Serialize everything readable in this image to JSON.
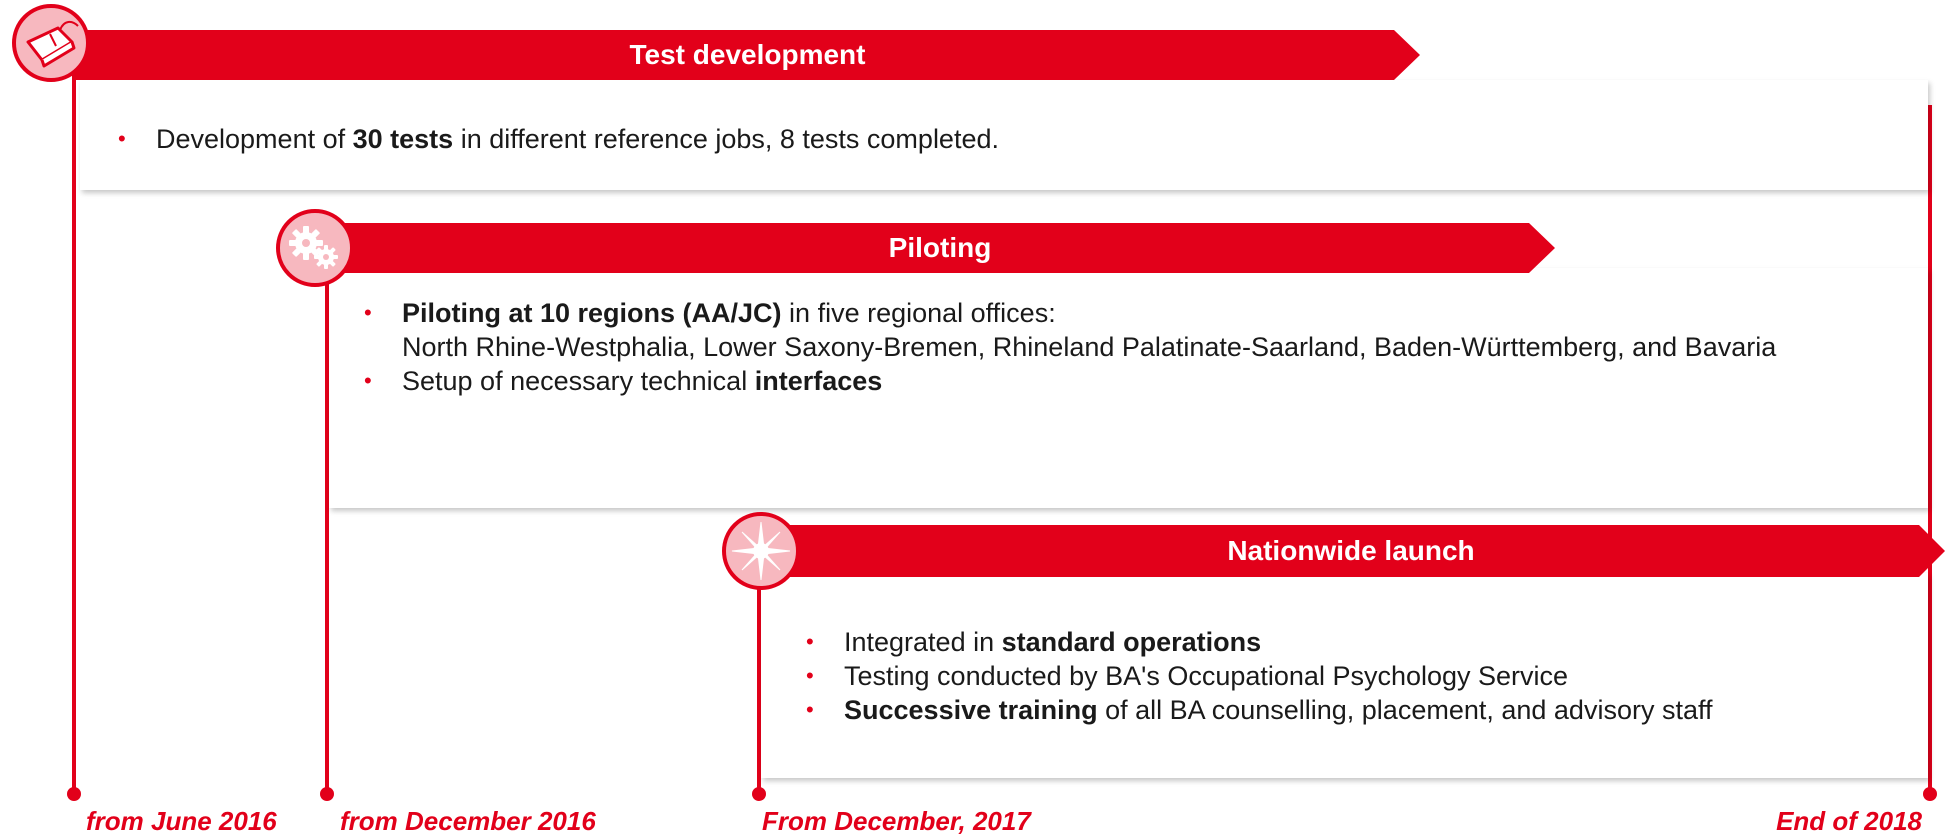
{
  "phases": [
    {
      "title": "Test development",
      "icon": "mouse-icon",
      "bullets": [
        {
          "parts": [
            {
              "text": "Development of ",
              "bold": false
            },
            {
              "text": "30 tests",
              "bold": true
            },
            {
              "text": " in different reference jobs, 8 tests completed.",
              "bold": false
            }
          ]
        }
      ]
    },
    {
      "title": "Piloting",
      "icon": "gears-icon",
      "bullets": [
        {
          "parts": [
            {
              "text": "Piloting at 10 regions (AA/JC)",
              "bold": true
            },
            {
              "text": " in five regional offices:",
              "bold": false
            },
            {
              "text": "North Rhine-Westphalia, Lower Saxony-Bremen, Rhineland Palatinate-Saarland, Baden-Württemberg, and Bavaria",
              "bold": false,
              "newline": true
            }
          ]
        },
        {
          "parts": [
            {
              "text": "Setup of necessary technical ",
              "bold": false
            },
            {
              "text": "interfaces",
              "bold": true
            }
          ]
        }
      ]
    },
    {
      "title": "Nationwide launch",
      "icon": "compass-rose-icon",
      "bullets": [
        {
          "parts": [
            {
              "text": "Integrated in ",
              "bold": false
            },
            {
              "text": "standard operations",
              "bold": true
            }
          ]
        },
        {
          "parts": [
            {
              "text": "Testing conducted by BA's Occupational Psychology Service",
              "bold": false
            }
          ]
        },
        {
          "parts": [
            {
              "text": "Successive training",
              "bold": true
            },
            {
              "text": " of all BA counselling, placement, and advisory staff",
              "bold": false
            }
          ]
        }
      ]
    }
  ],
  "timeline_labels": [
    "from June 2016",
    "from December 2016",
    "From December, 2017",
    "End of 2018"
  ],
  "colors": {
    "accent": "#e2001a",
    "icon_fill": "#f7b8bf"
  }
}
